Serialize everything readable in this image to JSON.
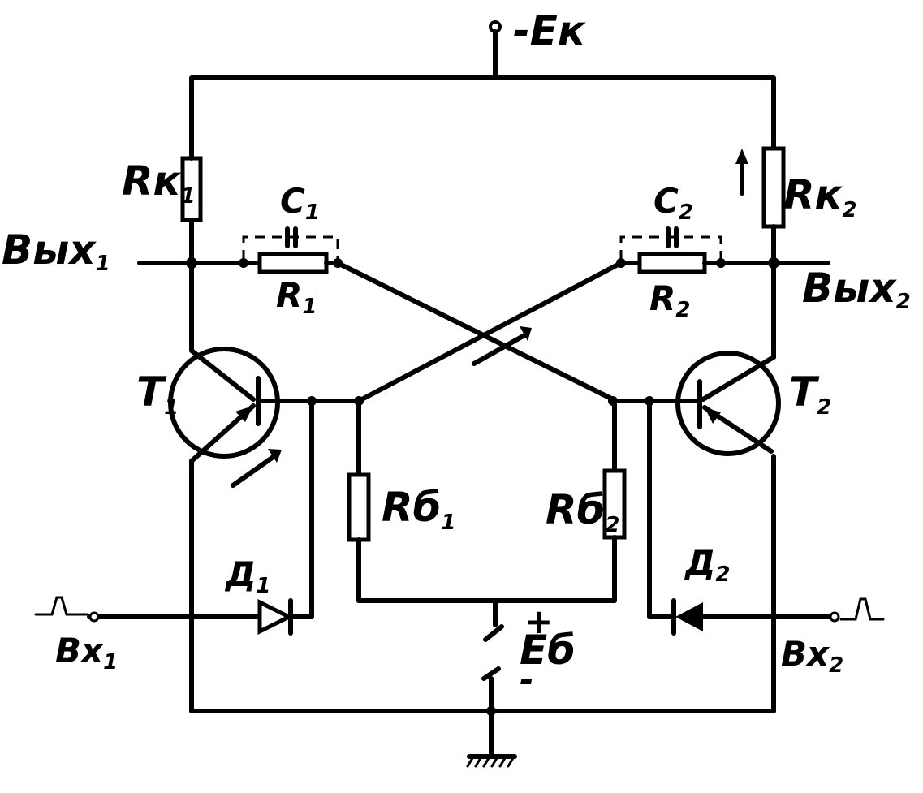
{
  "supply_label": "-Eк",
  "bias_label": "Eб",
  "bias_plus": "+",
  "bias_minus": "-",
  "components": {
    "rk1": {
      "main": "Rк",
      "sub": "1"
    },
    "rk2": {
      "main": "Rк",
      "sub": "2"
    },
    "c1": {
      "main": "C",
      "sub": "1"
    },
    "c2": {
      "main": "C",
      "sub": "2"
    },
    "r1": {
      "main": "R",
      "sub": "1"
    },
    "r2": {
      "main": "R",
      "sub": "2"
    },
    "rb1": {
      "main": "Rб",
      "sub": "1"
    },
    "rb2": {
      "main": "Rб",
      "sub": "2"
    },
    "t1": {
      "main": "T",
      "sub": "1"
    },
    "t2": {
      "main": "T",
      "sub": "2"
    },
    "d1": {
      "main": "Д",
      "sub": "1"
    },
    "d2": {
      "main": "Д",
      "sub": "2"
    }
  },
  "ports": {
    "out1": {
      "main": "Вых",
      "sub": "1"
    },
    "out2": {
      "main": "Вых",
      "sub": "2"
    },
    "in1": {
      "main": "Вх",
      "sub": "1"
    },
    "in2": {
      "main": "Вх",
      "sub": "2"
    }
  }
}
